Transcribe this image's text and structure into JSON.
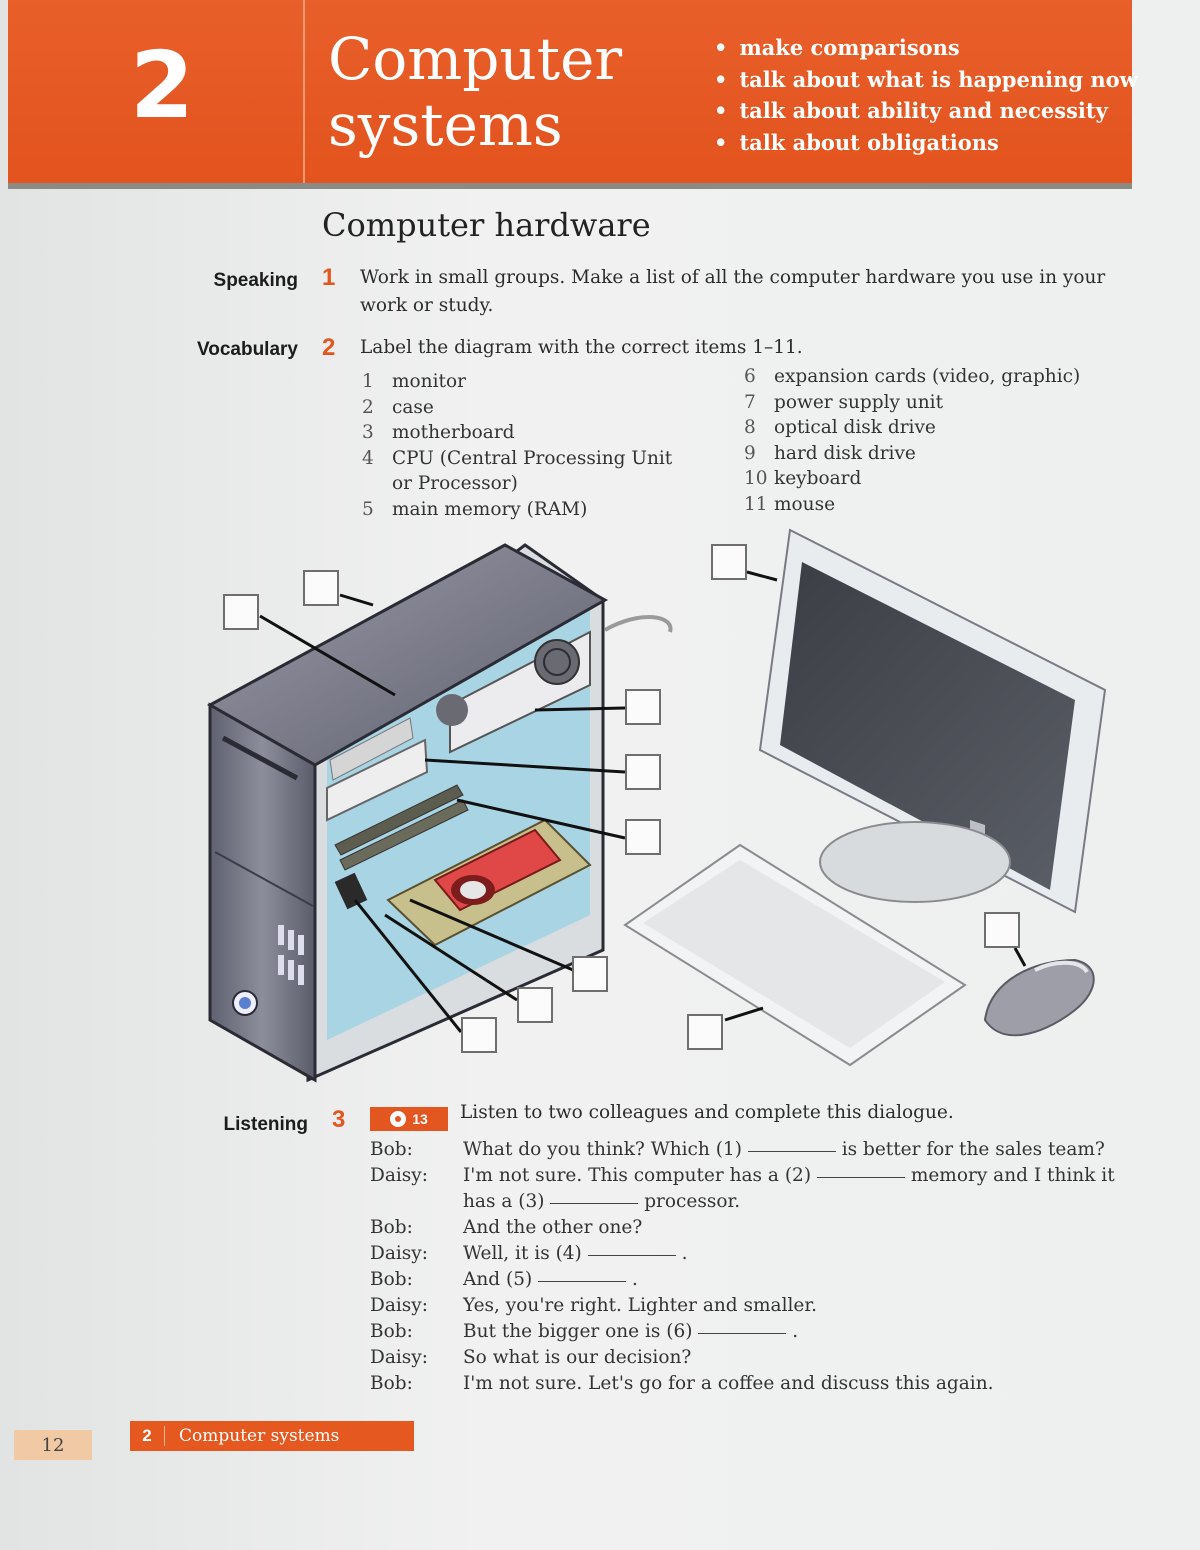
{
  "header": {
    "unit_number": "2",
    "unit_title_line1": "Computer",
    "unit_title_line2": "systems",
    "goals": [
      "make comparisons",
      "talk about what is happening now",
      "talk about ability and necessity",
      "talk about obligations"
    ],
    "accent_color": "#e3561f"
  },
  "section": {
    "title": "Computer hardware"
  },
  "speaking": {
    "label": "Speaking",
    "number": "1",
    "instruction_line1": "Work in small groups. Make a list of all the computer hardware you use in your",
    "instruction_line2": "work or study."
  },
  "vocabulary": {
    "label": "Vocabulary",
    "number": "2",
    "instruction": "Label the diagram with the correct items 1–11.",
    "left_items": [
      {
        "n": "1",
        "text": "monitor"
      },
      {
        "n": "2",
        "text": "case"
      },
      {
        "n": "3",
        "text": "motherboard"
      },
      {
        "n": "4",
        "text": "CPU (Central Processing Unit"
      },
      {
        "n": "",
        "text": "or Processor)"
      },
      {
        "n": "5",
        "text": "main memory (RAM)"
      }
    ],
    "right_items": [
      {
        "n": "6",
        "text": "expansion cards (video, graphic)"
      },
      {
        "n": "7",
        "text": "power supply unit"
      },
      {
        "n": "8",
        "text": "optical disk drive"
      },
      {
        "n": "9",
        "text": "hard disk drive"
      },
      {
        "n": "10",
        "text": "keyboard"
      },
      {
        "n": "11",
        "text": "mouse"
      }
    ]
  },
  "listening": {
    "label": "Listening",
    "number": "3",
    "track": "13",
    "instruction": "Listen to two colleagues and complete this dialogue.",
    "lines": [
      {
        "speaker": "Bob:",
        "before": "What do you think? Which (1)",
        "after": "is better for the sales team?"
      },
      {
        "speaker": "Daisy:",
        "before": "I'm not sure. This computer has a (2)",
        "after": "memory and I think it"
      },
      {
        "speaker": "",
        "before": "has a (3)",
        "after": "processor."
      },
      {
        "speaker": "Bob:",
        "before": "And the other one?",
        "after": ""
      },
      {
        "speaker": "Daisy:",
        "before": "Well, it is (4)",
        "after": "."
      },
      {
        "speaker": "Bob:",
        "before": "And (5)",
        "after": "."
      },
      {
        "speaker": "Daisy:",
        "before": "Yes, you're right. Lighter and smaller.",
        "after": ""
      },
      {
        "speaker": "Bob:",
        "before": "But the bigger one is (6)",
        "after": "."
      },
      {
        "speaker": "Daisy:",
        "before": "So what is our decision?",
        "after": ""
      },
      {
        "speaker": "Bob:",
        "before": "I'm not sure. Let's go for a coffee and discuss this again.",
        "after": ""
      }
    ]
  },
  "footer": {
    "page_number": "12",
    "unit_number": "2",
    "unit_title": "Computer systems"
  }
}
